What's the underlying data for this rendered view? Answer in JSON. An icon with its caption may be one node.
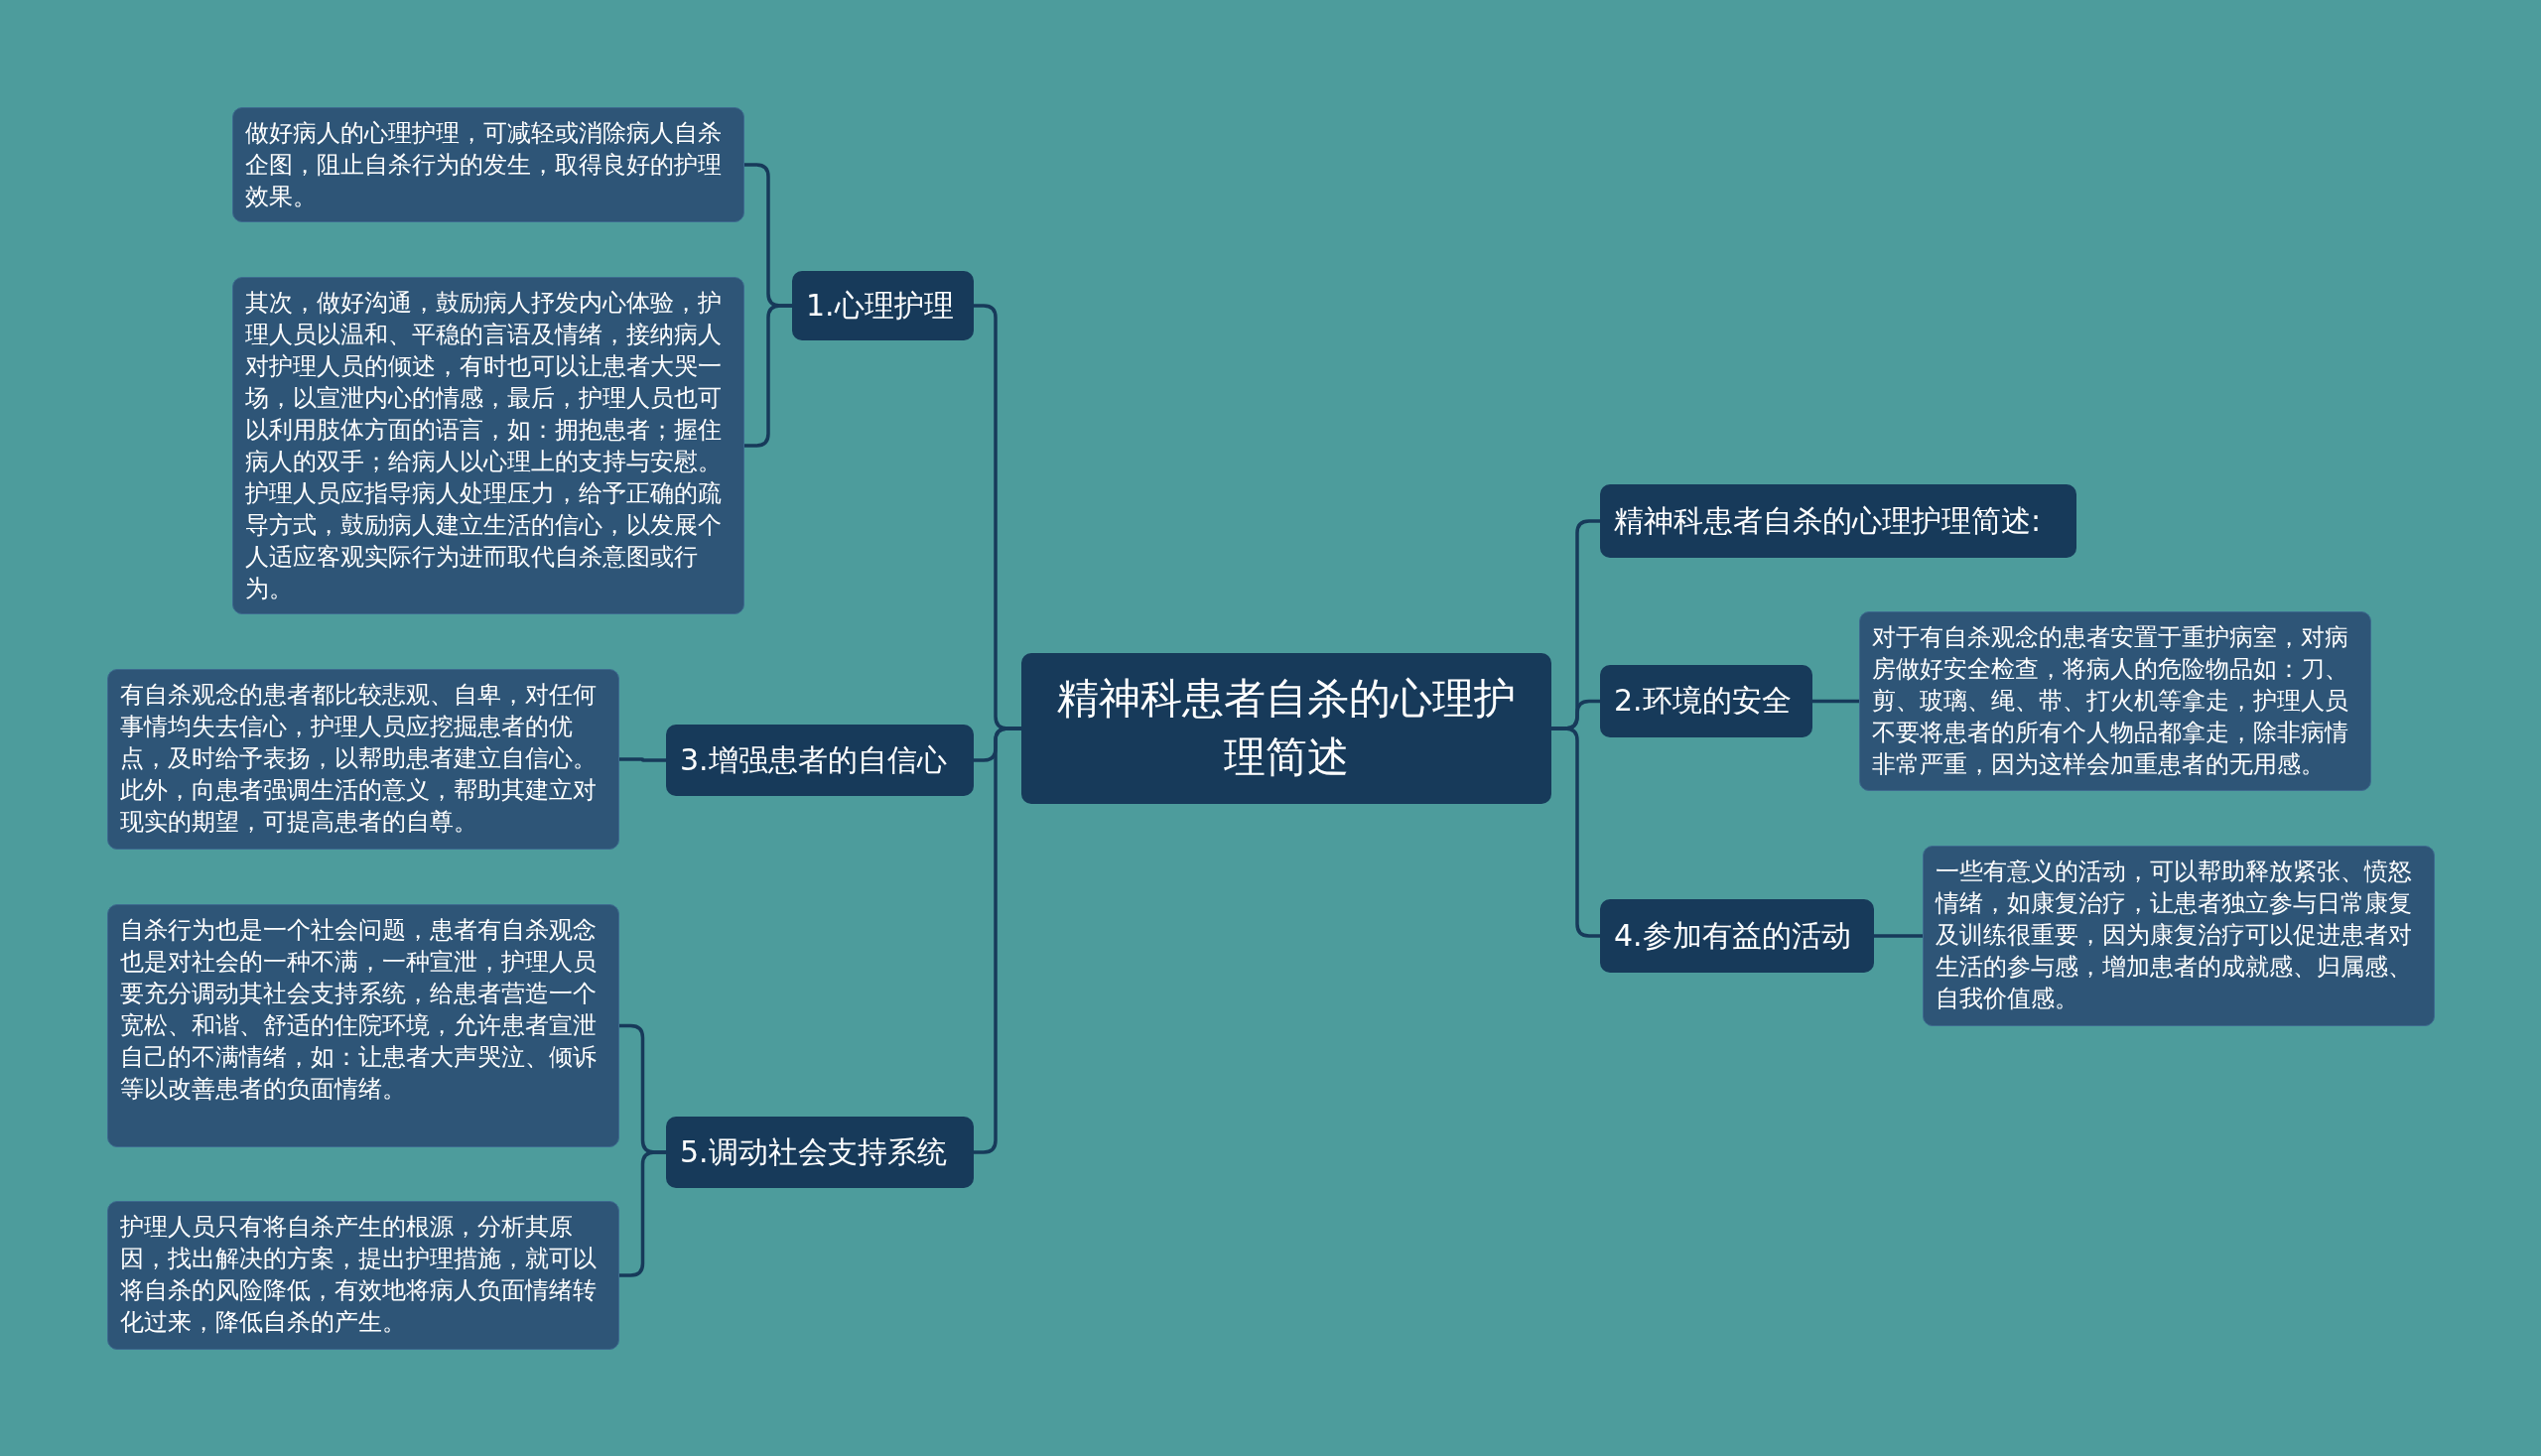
{
  "diagram": {
    "nodes": [
      {
        "text": [
          "精神科患者自杀的心理护理简述"
        ]
      },
      {
        "text": [
          "1.心理护理"
        ]
      },
      {
        "text": [
          "做好病人的心理护理，可减轻或消除病人自杀企图，阻止自杀行为的发生，取得良好的护理效果。"
        ]
      },
      {
        "text": [
          "其次，做好沟通，鼓励病人抒发内心体验，护理人员以温和、平稳的言语及情绪，接纳病人对护理人员的倾述，有时也可以让患者大哭一场，以宣泄内心的情感，最后，护理人员也可以利用肢体方面的语言，如：拥抱患者；握住病人的双手；给病人以心理上的支持与安慰。护理人员应指导病人处理压力，给予正确的疏导方式，鼓励病人建立生活的信心，以发展个人适应客观实际行为进而取代自杀意图或行为。"
        ]
      },
      {
        "text": [
          "3.增强患者的自信心"
        ]
      },
      {
        "text": [
          "有自杀观念的患者都比较悲观、自卑，对任何事情均失去信心，护理人员应挖掘患者的优点，及时给予表扬，以帮助患者建立自信心。此外，向患者强调生活的意义，帮助其建立对现实的期望，可提高患者的自尊。"
        ]
      },
      {
        "text": [
          "5.调动社会支持系统"
        ]
      },
      {
        "text": [
          "自杀行为也是一个社会问题，患者有自杀观念也是对社会的一种不满，一种宣泄，护理人员要充分调动其社会支持系统，给患者营造一个宽松、和谐、舒适的住院环境，允许患者宣泄自己的不满情绪，如：让患者大声哭泣、倾诉等以改善患者的负面情绪。"
        ]
      },
      {
        "text": [
          "护理人员只有将自杀产生的根源，分析其原因，找出解决的方案，提出护理措施，就可以将自杀的风险降低，有效地将病人负面情绪转化过来，降低自杀的产生。"
        ]
      },
      {
        "text": [
          "精神科患者自杀的心理护理简述:"
        ]
      },
      {
        "text": [
          "2.环境的安全"
        ]
      },
      {
        "text": [
          "对于有自杀观念的患者安置于重护病室，对病房做好安全检查，将病人的危险物品如：刀、剪、玻璃、绳、带、打火机等拿走，护理人员不要将患者的所有个人物品都拿走，除非病情非常严重，因为这样会加重患者的无用感。"
        ]
      },
      {
        "text": [
          "4.参加有益的活动"
        ]
      },
      {
        "text": [
          "一些有意义的活动，可以帮助释放紧张、愤怒情绪，如康复治疗，让患者独立参与日常康复及训练很重要，因为康复治疗可以促进患者对生活的参与感，增加患者的成就感、归属感、自我价值感。"
        ]
      }
    ],
    "edges": [
      {
        "from": 0,
        "to": 1,
        "arrow": "none"
      },
      {
        "from": 1,
        "to": 2,
        "arrow": "none"
      },
      {
        "from": 1,
        "to": 3,
        "arrow": "none"
      },
      {
        "from": 0,
        "to": 4,
        "arrow": "none"
      },
      {
        "from": 4,
        "to": 5,
        "arrow": "none"
      },
      {
        "from": 0,
        "to": 6,
        "arrow": "none"
      },
      {
        "from": 6,
        "to": 7,
        "arrow": "none"
      },
      {
        "from": 6,
        "to": 8,
        "arrow": "none"
      },
      {
        "from": 0,
        "to": 9,
        "arrow": "none"
      },
      {
        "from": 0,
        "to": 10,
        "arrow": "none"
      },
      {
        "from": 10,
        "to": 11,
        "arrow": "none"
      },
      {
        "from": 0,
        "to": 12,
        "arrow": "none"
      },
      {
        "from": 12,
        "to": 13,
        "arrow": "none"
      }
    ]
  }
}
